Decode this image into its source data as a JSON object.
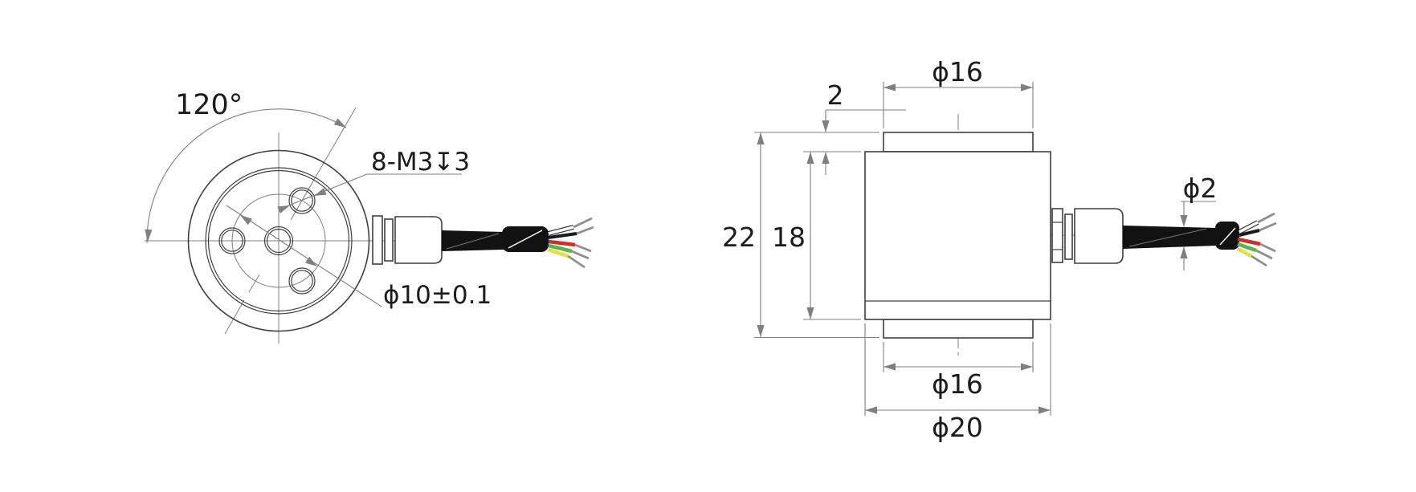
{
  "front_view": {
    "angle_label": "120°",
    "thread_callout": "8-M3↧3",
    "bolt_circle_label": "ϕ10±0.1"
  },
  "side_view": {
    "top_boss_diameter": "ϕ16",
    "boss_height": "2",
    "overall_height": "22",
    "body_height": "18",
    "bottom_boss_diameter": "ϕ16",
    "body_diameter": "ϕ20",
    "cable_diameter": "ϕ2"
  },
  "colors": {
    "background": "#ffffff",
    "object_line": "#3f3f3f",
    "dimension_line": "#7f7f7f",
    "text": "#1c1c1c",
    "cable": "#121212",
    "wire_white": "#ffffff",
    "wire_black": "#1a1a1a",
    "wire_red": "#cf2e28",
    "wire_green": "#5bb44a",
    "wire_yellow": "#e2e04c",
    "wire_bare": "#8e8e8e"
  }
}
